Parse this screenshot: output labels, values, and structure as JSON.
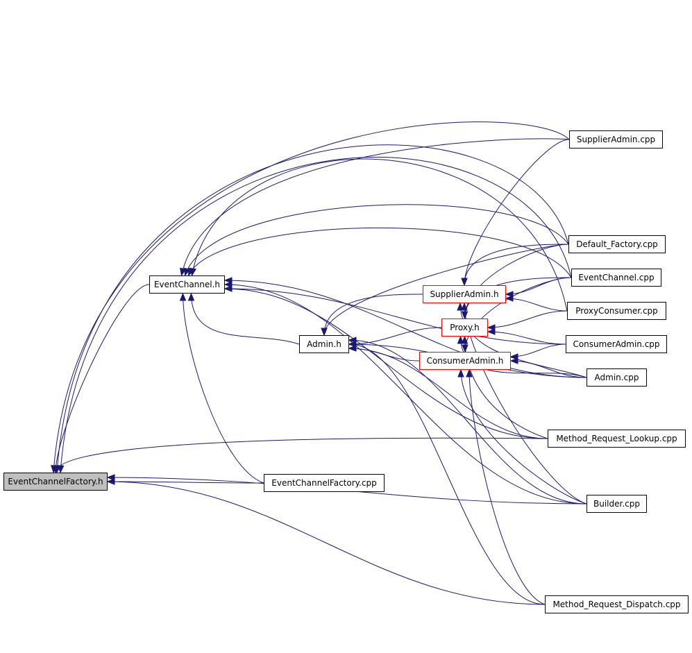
{
  "colors": {
    "edge": "#191970",
    "node_border": "#000000",
    "incomplete_border": "#ff0000",
    "root_fill": "#bfbfbf"
  },
  "nodes": [
    {
      "id": "ecf_h",
      "label": "EventChannelFactory.h",
      "style": "root"
    },
    {
      "id": "ec_h",
      "label": "EventChannel.h",
      "style": "normal"
    },
    {
      "id": "admin_h",
      "label": "Admin.h",
      "style": "normal"
    },
    {
      "id": "sa_h",
      "label": "SupplierAdmin.h",
      "style": "red"
    },
    {
      "id": "proxy_h",
      "label": "Proxy.h",
      "style": "red"
    },
    {
      "id": "ca_h",
      "label": "ConsumerAdmin.h",
      "style": "red"
    },
    {
      "id": "sa_cpp",
      "label": "SupplierAdmin.cpp",
      "style": "normal"
    },
    {
      "id": "df_cpp",
      "label": "Default_Factory.cpp",
      "style": "normal"
    },
    {
      "id": "ec_cpp",
      "label": "EventChannel.cpp",
      "style": "normal"
    },
    {
      "id": "pc_cpp",
      "label": "ProxyConsumer.cpp",
      "style": "normal"
    },
    {
      "id": "ca_cpp",
      "label": "ConsumerAdmin.cpp",
      "style": "normal"
    },
    {
      "id": "admin_cpp",
      "label": "Admin.cpp",
      "style": "normal"
    },
    {
      "id": "mrl_cpp",
      "label": "Method_Request_Lookup.cpp",
      "style": "normal"
    },
    {
      "id": "ecf_cpp",
      "label": "EventChannelFactory.cpp",
      "style": "normal"
    },
    {
      "id": "builder_cpp",
      "label": "Builder.cpp",
      "style": "normal"
    },
    {
      "id": "mrd_cpp",
      "label": "Method_Request_Dispatch.cpp",
      "style": "normal"
    }
  ],
  "edges": [
    [
      "ec_h",
      "ecf_h"
    ],
    [
      "ecf_cpp",
      "ecf_h"
    ],
    [
      "mrl_cpp",
      "ecf_h"
    ],
    [
      "builder_cpp",
      "ecf_h"
    ],
    [
      "mrd_cpp",
      "ecf_h"
    ],
    [
      "sa_cpp",
      "ecf_h"
    ],
    [
      "df_cpp",
      "ecf_h"
    ],
    [
      "ec_cpp",
      "ecf_h"
    ],
    [
      "admin_h",
      "ec_h"
    ],
    [
      "ecf_cpp",
      "ec_h"
    ],
    [
      "builder_cpp",
      "ec_h"
    ],
    [
      "mrl_cpp",
      "ec_h"
    ],
    [
      "admin_cpp",
      "ec_h"
    ],
    [
      "df_cpp",
      "ec_h"
    ],
    [
      "ec_cpp",
      "ec_h"
    ],
    [
      "pc_cpp",
      "ec_h"
    ],
    [
      "sa_cpp",
      "ec_h"
    ],
    [
      "ca_cpp",
      "ec_h"
    ],
    [
      "sa_h",
      "admin_h"
    ],
    [
      "proxy_h",
      "admin_h"
    ],
    [
      "ca_h",
      "admin_h"
    ],
    [
      "df_cpp",
      "admin_h"
    ],
    [
      "admin_cpp",
      "admin_h"
    ],
    [
      "mrl_cpp",
      "admin_h"
    ],
    [
      "builder_cpp",
      "admin_h"
    ],
    [
      "mrd_cpp",
      "admin_h"
    ],
    [
      "sa_cpp",
      "sa_h"
    ],
    [
      "df_cpp",
      "sa_h"
    ],
    [
      "ec_cpp",
      "sa_h"
    ],
    [
      "pc_cpp",
      "sa_h"
    ],
    [
      "admin_cpp",
      "sa_h"
    ],
    [
      "builder_cpp",
      "sa_h"
    ],
    [
      "df_cpp",
      "proxy_h"
    ],
    [
      "ec_cpp",
      "proxy_h"
    ],
    [
      "pc_cpp",
      "proxy_h"
    ],
    [
      "ca_cpp",
      "proxy_h"
    ],
    [
      "admin_cpp",
      "proxy_h"
    ],
    [
      "mrl_cpp",
      "proxy_h"
    ],
    [
      "ec_cpp",
      "ca_h"
    ],
    [
      "ca_cpp",
      "ca_h"
    ],
    [
      "admin_cpp",
      "ca_h"
    ],
    [
      "mrd_cpp",
      "ca_h"
    ],
    [
      "builder_cpp",
      "ca_h"
    ]
  ]
}
